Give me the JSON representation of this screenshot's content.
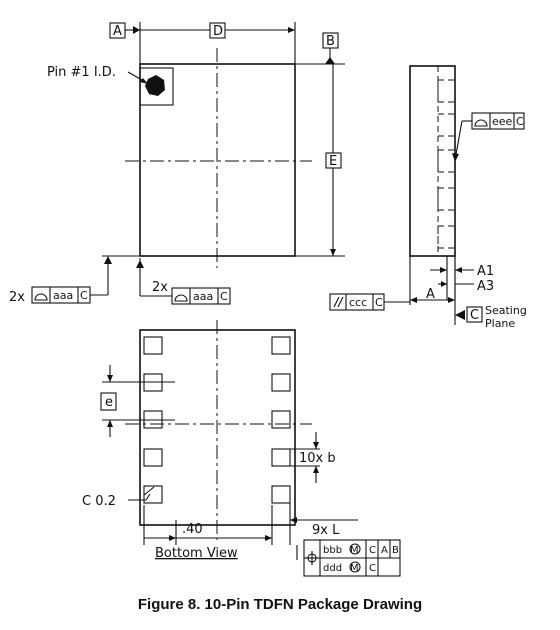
{
  "labels": {
    "datum_a": "A",
    "datum_b": "B",
    "datum_c": "C",
    "dim_d": "D",
    "dim_e": "E",
    "pin1": "Pin #1 I.D.",
    "mult_2x_left": "2x",
    "mult_2x_mid": "2x",
    "aaa_left": "aaa",
    "aaa_mid": "aaa",
    "aaa_left_ref": "C",
    "aaa_mid_ref": "C",
    "eee": "eee",
    "eee_ref": "C",
    "a1": "A1",
    "a3": "A3",
    "a": "A",
    "ccc": "ccc",
    "ccc_ref": "C",
    "seating_line1": "Seating",
    "seating_line2": "Plane",
    "e_pitch": "e",
    "b_width": "10x  b",
    "chamfer": "C 0.2",
    "pitch_val": ".40",
    "bottom_view": "Bottom View",
    "l_len": "9x  L",
    "bbb": "bbb",
    "ddd": "ddd",
    "m1": "M",
    "m2": "M",
    "bbb_c": "C",
    "bbb_a": "A",
    "bbb_b": "B",
    "ddd_c": "C"
  },
  "caption": "Figure 8. 10-Pin TDFN Package Drawing"
}
